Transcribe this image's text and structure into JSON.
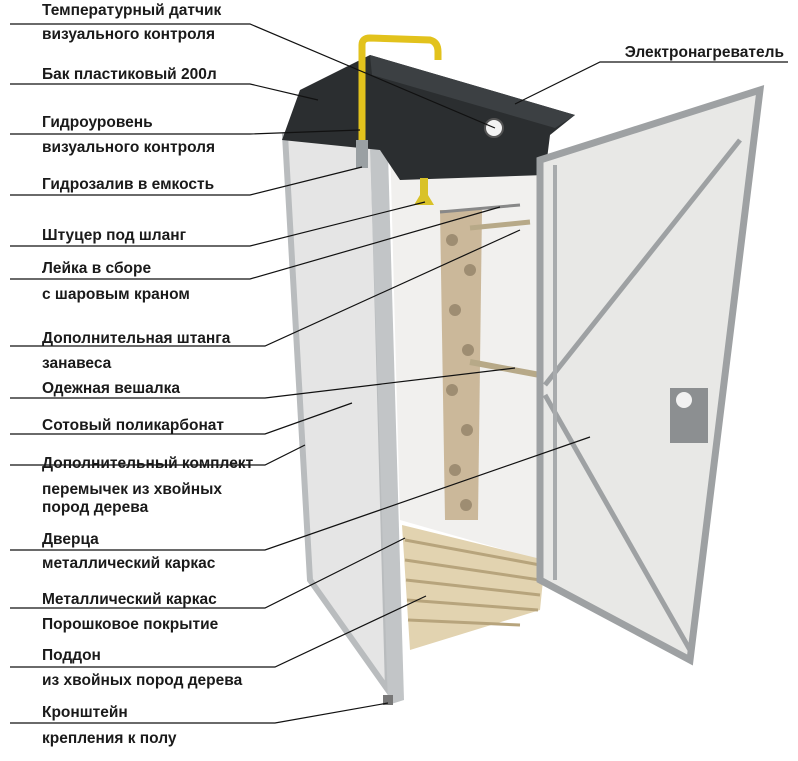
{
  "labels": {
    "temp_sensor_1": "Температурный датчик",
    "temp_sensor_2": "визуального контроля",
    "tank": "Бак пластиковый 200л",
    "level_1": "Гидроуровень",
    "level_2": "визуального контроля",
    "fill": "Гидрозалив в емкость",
    "hose_fitting": "Штуцер под шланг",
    "shower_1": "Лейка в сборе",
    "shower_2": "с шаровым краном",
    "rod_1": "Дополнительная штанга",
    "rod_2": "занавеса",
    "hanger": "Одежная вешалка",
    "polycarbonate": "Сотовый поликарбонат",
    "lintels_1": "Дополнительный комплект",
    "lintels_2": "перемычек из хвойных",
    "lintels_3": "пород дерева",
    "door_1": "Дверца",
    "door_2": "металлический каркас",
    "frame_1": "Металлический каркас",
    "frame_2": "Порошковое покрытие",
    "tray_1": "Поддон",
    "tray_2": "из хвойных пород дерева",
    "bracket_1": "Кронштейн",
    "bracket_2": "крепления к полу",
    "heater": "Электронагреватель"
  },
  "colors": {
    "frame": "#b9bcbe",
    "panel": "#e6e6e6",
    "roof": "#2b2e30",
    "wood": "#d9c8a2",
    "pipe": "#e2c21c",
    "line": "#111111"
  }
}
